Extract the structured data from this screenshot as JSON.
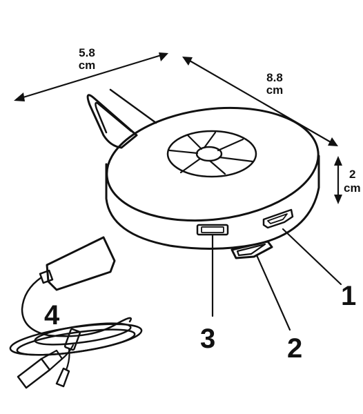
{
  "dimensions": {
    "width": {
      "value": "5.8",
      "unit": "cm"
    },
    "depth": {
      "value": "8.8",
      "unit": "cm"
    },
    "height": {
      "value": "2",
      "unit": "cm"
    }
  },
  "callouts": {
    "one": "1",
    "two": "2",
    "three": "3",
    "four": "4"
  },
  "icons": {
    "logo": "shutter-logo-icon",
    "cable": "usb-cable-icon"
  }
}
